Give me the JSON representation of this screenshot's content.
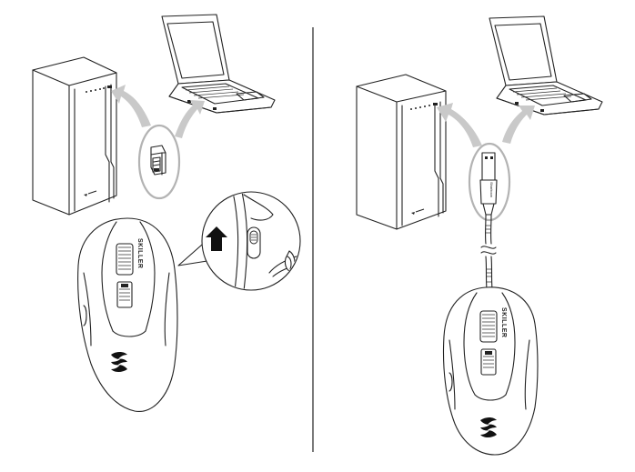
{
  "labels": {
    "mouse_brand_left": "SKILLER",
    "mouse_brand_right": "SKILLER",
    "cable_brand": "Sharkoon"
  },
  "colors": {
    "line": "#222222",
    "arrow_fill": "#c9c9c9",
    "highlight_ring": "#b3b3b3"
  },
  "icons": {
    "pc_tower": "pc-tower-icon",
    "laptop": "laptop-icon",
    "usb_receiver": "usb-receiver-icon",
    "usb_cable": "usb-cable-icon",
    "mouse": "gaming-mouse-icon",
    "switch_arrow": "arrow-up-icon"
  }
}
